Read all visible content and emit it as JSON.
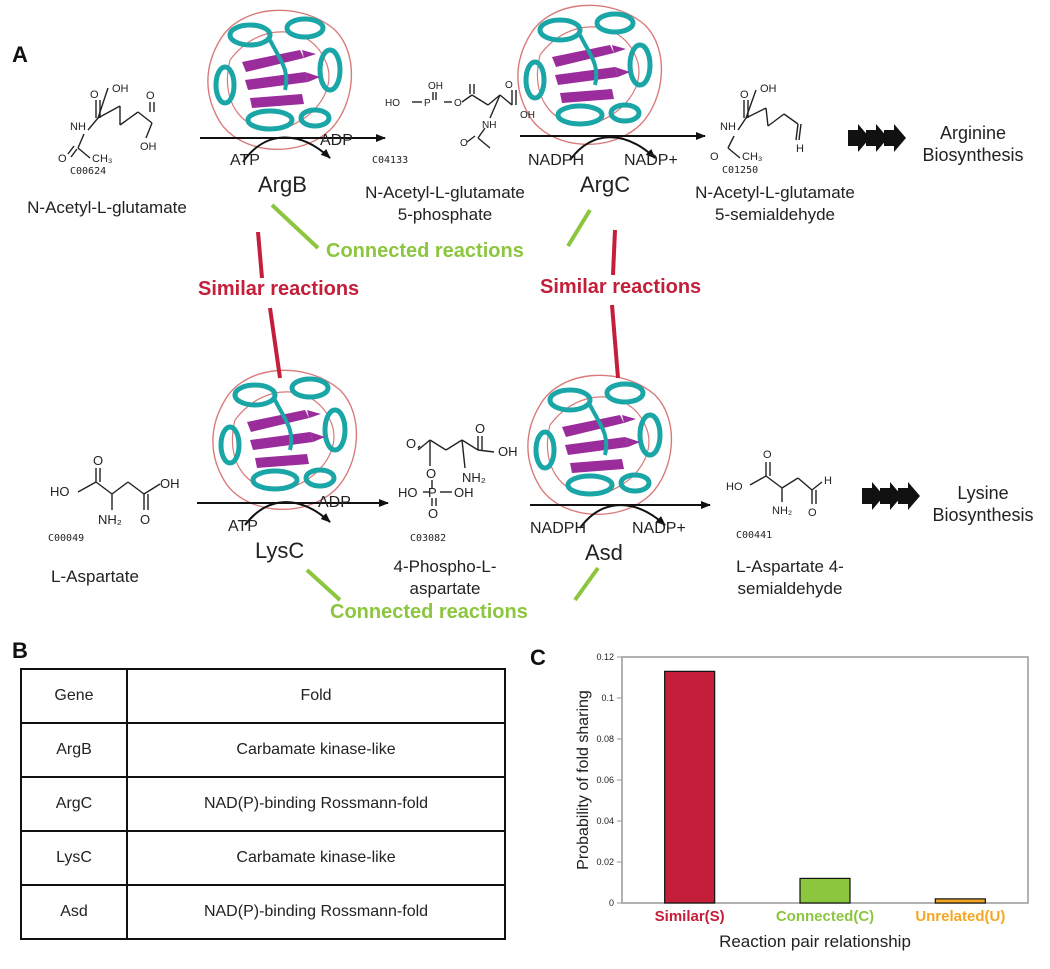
{
  "panel_a": {
    "label": "A",
    "top_pathway": {
      "compounds": [
        {
          "name": "N-Acetyl-L-glutamate",
          "kegg_id": "C00624"
        },
        {
          "name": "N-Acetyl-L-glutamate\n5-phosphate",
          "kegg_id": "C04133"
        },
        {
          "name": "N-Acetyl-L-glutamate\n5-semialdehyde",
          "kegg_id": "C01250"
        }
      ],
      "enzymes": [
        {
          "name": "ArgB",
          "cofactor_in": "ATP",
          "cofactor_out": "ADP"
        },
        {
          "name": "ArgC",
          "cofactor_in": "NADPH",
          "cofactor_out": "NADP+"
        }
      ],
      "end_label": "Arginine\nBiosynthesis"
    },
    "bottom_pathway": {
      "compounds": [
        {
          "name": "L-Aspartate",
          "kegg_id": "C00049"
        },
        {
          "name": "4-Phospho-L-\naspartate",
          "kegg_id": "C03082"
        },
        {
          "name": "L-Aspartate 4-\nsemialdehyde",
          "kegg_id": "C00441"
        }
      ],
      "enzymes": [
        {
          "name": "LysC",
          "cofactor_in": "ATP",
          "cofactor_out": "ADP"
        },
        {
          "name": "Asd",
          "cofactor_in": "NADPH",
          "cofactor_out": "NADP+"
        }
      ],
      "end_label": "Lysine\nBiosynthesis"
    },
    "relations": {
      "similar": "Similar reactions",
      "connected": "Connected reactions"
    },
    "structure_atoms": {
      "acid": "OH",
      "carbon": "C",
      "oxygen": "O",
      "nitrogen": "N",
      "hydrogen": "H",
      "phosphorus": "P",
      "nh": "NH",
      "nh2": "NH₂",
      "ch3": "CH₃",
      "ho": "HO"
    },
    "colors": {
      "similar": "#c41e3a",
      "connected": "#8cc63f",
      "helix": "#1aa5a6",
      "sheet": "#9b2c9b",
      "loop": "#d97a7a"
    }
  },
  "panel_b": {
    "label": "B",
    "headers": [
      "Gene",
      "Fold"
    ],
    "rows": [
      [
        "ArgB",
        "Carbamate kinase-like"
      ],
      [
        "ArgC",
        "NAD(P)-binding Rossmann-fold"
      ],
      [
        "LysC",
        "Carbamate kinase-like"
      ],
      [
        "Asd",
        "NAD(P)-binding Rossmann-fold"
      ]
    ]
  },
  "chart_data": {
    "type": "bar",
    "panel_label": "C",
    "categories": [
      "Similar(S)",
      "Connected(C)",
      "Unrelated(U)"
    ],
    "values": [
      0.113,
      0.012,
      0.002
    ],
    "colors": [
      "#c41e3a",
      "#8cc63f",
      "#f5a623"
    ],
    "ylabel": "Probability of fold sharing",
    "xlabel": "Reaction pair relationship",
    "ylim": [
      0,
      0.12
    ],
    "yticks": [
      0,
      0.02,
      0.04,
      0.06,
      0.08,
      0.1,
      0.12
    ],
    "ytick_labels": [
      "0",
      "0.02",
      "0.04",
      "0.06",
      "0.08",
      "0.1",
      "0.12"
    ],
    "grid": false
  }
}
